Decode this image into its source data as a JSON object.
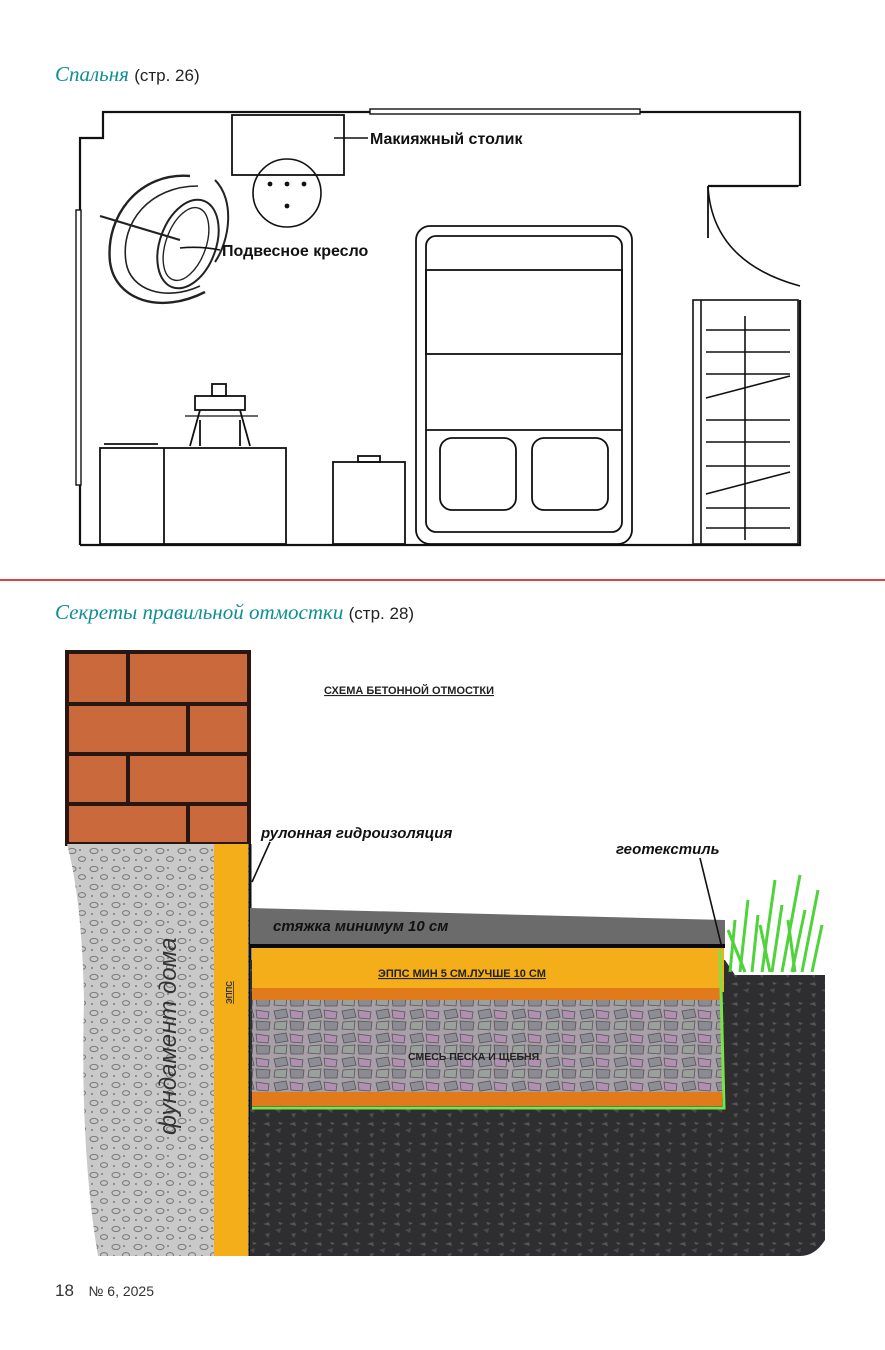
{
  "section1": {
    "title": "Спальня",
    "page_ref": "(стр. 26)",
    "labels": {
      "vanity": "Макияжный столик",
      "chair": "Подвесное кресло"
    }
  },
  "section2": {
    "title": "Секреты правильной отмостки",
    "page_ref": "(стр. 28)",
    "labels": {
      "scheme": "СХЕМА БЕТОННОЙ ОТМОСТКИ",
      "waterproof": "рулонная гидроизоляция",
      "geotextile": "геотекстиль",
      "screed": "стяжка минимум 10 см",
      "epps": "ЭППС МИН 5 СМ.ЛУЧШЕ 10 СМ",
      "mix": "СМЕСЬ ПЕСКА И ЩЕБНЯ",
      "foundation": "фундамент дома",
      "epps_vertical": "ЭППС"
    }
  },
  "footer": {
    "page_number": "18",
    "issue": "№ 6, 2025"
  },
  "colors": {
    "accent_title": "#0f8f94",
    "divider": "#d8453f",
    "brick": "#c9693c",
    "epps": "#f4ae1a",
    "soil": "#2e2e30",
    "grass": "#4fd33a"
  }
}
